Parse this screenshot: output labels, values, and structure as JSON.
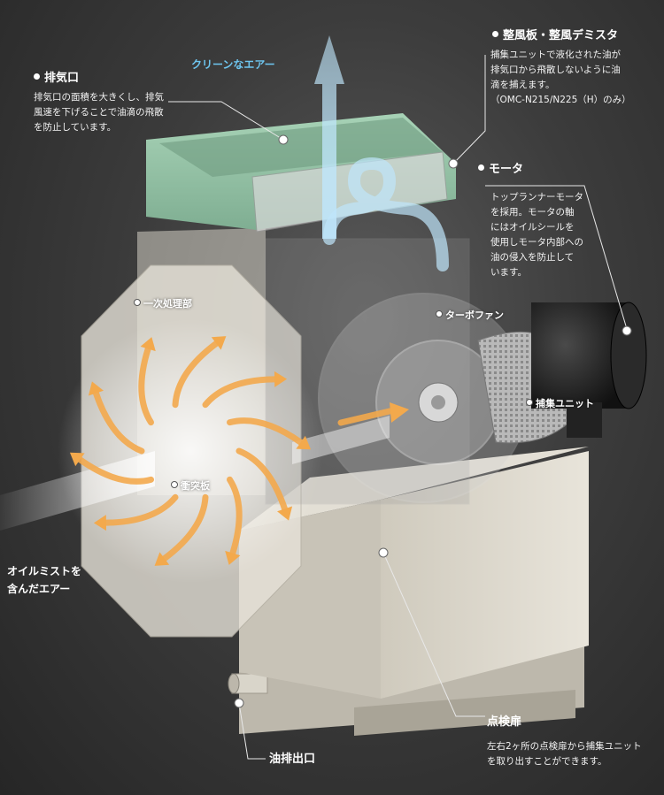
{
  "flows": {
    "clean_air": "クリーンなエアー",
    "oil_mist": [
      "オイルミストを",
      "含んだエアー"
    ]
  },
  "callouts": {
    "exhaust_port": {
      "title": "排気口",
      "desc": [
        "排気口の面積を大きくし、排気",
        "風速を下げることで油滴の飛散",
        "を防止しています。"
      ]
    },
    "baffle_demister": {
      "title": "整風板・整風デミスタ",
      "desc": [
        "捕集ユニットで液化された油が",
        "排気口から飛散しないように油",
        "滴を捕えます。",
        "（OMC-N215/N225（H）のみ）"
      ]
    },
    "motor": {
      "title": "モータ",
      "desc": [
        "トップランナーモータ",
        "を採用。モータの軸",
        "にはオイルシールを",
        "使用しモータ内部への",
        "油の侵入を防止して",
        "います。"
      ]
    },
    "inspection_door": {
      "title": "点検扉",
      "desc": [
        "左右2ヶ所の点検扉から捕集ユニット",
        "を取り出すことができます。"
      ]
    },
    "oil_drain": {
      "title": "油排出口"
    }
  },
  "parts": {
    "primary": "一次処理部",
    "turbo_fan": "ターボファン",
    "collection_unit": "捕集ユニット",
    "impact_plate": "衝突板"
  },
  "colors": {
    "background": "#3a3a3a",
    "hood": "#8fbfa2",
    "body": "#dcd8cd",
    "motor": "#1e1e1e",
    "flow_arrow": "#f3a94c",
    "clean_air": "#6ec6f0"
  }
}
